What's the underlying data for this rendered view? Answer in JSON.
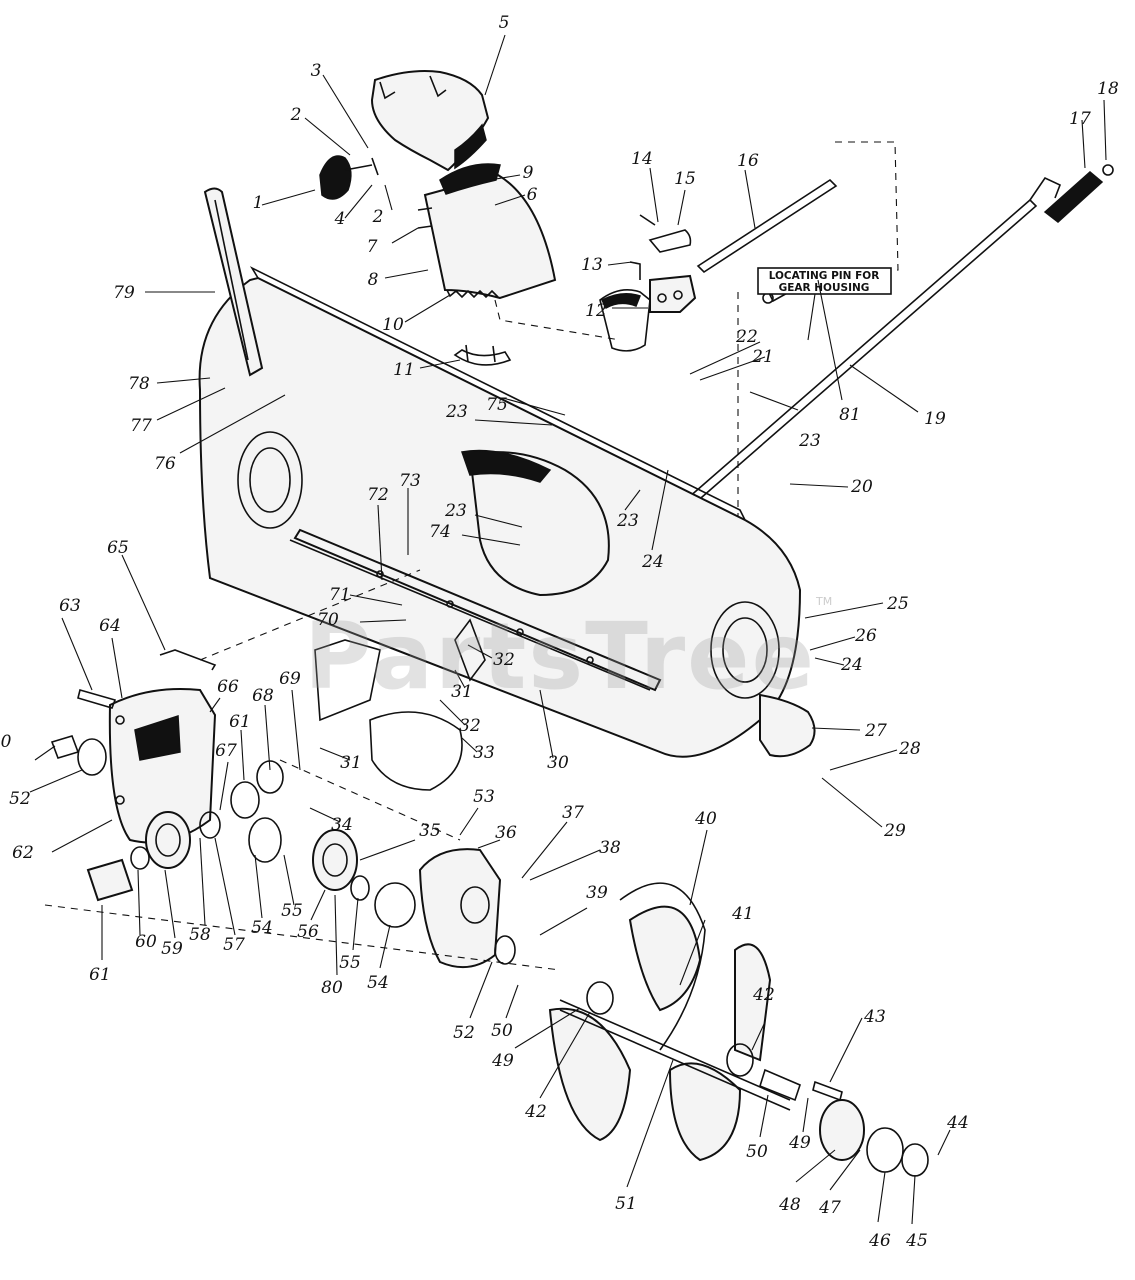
{
  "note": {
    "line1": "LOCATING PIN FOR",
    "line2": "GEAR HOUSING"
  },
  "watermark": {
    "text": "PartsTree",
    "tm": "TM"
  },
  "callouts": [
    {
      "label": "1"
    },
    {
      "label": "2"
    },
    {
      "label": "3"
    },
    {
      "label": "4"
    },
    {
      "label": "2"
    },
    {
      "label": "5"
    },
    {
      "label": "9"
    },
    {
      "label": "6"
    },
    {
      "label": "7"
    },
    {
      "label": "8"
    },
    {
      "label": "10"
    },
    {
      "label": "11"
    },
    {
      "label": "14"
    },
    {
      "label": "15"
    },
    {
      "label": "16"
    },
    {
      "label": "13"
    },
    {
      "label": "12"
    },
    {
      "label": "17"
    },
    {
      "label": "18"
    },
    {
      "label": "79"
    },
    {
      "label": "78"
    },
    {
      "label": "77"
    },
    {
      "label": "76"
    },
    {
      "label": "75"
    },
    {
      "label": "23"
    },
    {
      "label": "22"
    },
    {
      "label": "21"
    },
    {
      "label": "23"
    },
    {
      "label": "81"
    },
    {
      "label": "19"
    },
    {
      "label": "20"
    },
    {
      "label": "23"
    },
    {
      "label": "24"
    },
    {
      "label": "23"
    },
    {
      "label": "74"
    },
    {
      "label": "73"
    },
    {
      "label": "72"
    },
    {
      "label": "65"
    },
    {
      "label": "71"
    },
    {
      "label": "70"
    },
    {
      "label": "25"
    },
    {
      "label": "26"
    },
    {
      "label": "24"
    },
    {
      "label": "32"
    },
    {
      "label": "31"
    },
    {
      "label": "32"
    },
    {
      "label": "33"
    },
    {
      "label": "30"
    },
    {
      "label": "27"
    },
    {
      "label": "28"
    },
    {
      "label": "29"
    },
    {
      "label": "63"
    },
    {
      "label": "64"
    },
    {
      "label": "66"
    },
    {
      "label": "69"
    },
    {
      "label": "68"
    },
    {
      "label": "61"
    },
    {
      "label": "67"
    },
    {
      "label": "0"
    },
    {
      "label": "52"
    },
    {
      "label": "31"
    },
    {
      "label": "34"
    },
    {
      "label": "35"
    },
    {
      "label": "53"
    },
    {
      "label": "36"
    },
    {
      "label": "37"
    },
    {
      "label": "38"
    },
    {
      "label": "62"
    },
    {
      "label": "39"
    },
    {
      "label": "40"
    },
    {
      "label": "41"
    },
    {
      "label": "60"
    },
    {
      "label": "59"
    },
    {
      "label": "58"
    },
    {
      "label": "57"
    },
    {
      "label": "54"
    },
    {
      "label": "55"
    },
    {
      "label": "56"
    },
    {
      "label": "61"
    },
    {
      "label": "80"
    },
    {
      "label": "55"
    },
    {
      "label": "54"
    },
    {
      "label": "52"
    },
    {
      "label": "50"
    },
    {
      "label": "49"
    },
    {
      "label": "42"
    },
    {
      "label": "42"
    },
    {
      "label": "43"
    },
    {
      "label": "50"
    },
    {
      "label": "49"
    },
    {
      "label": "51"
    },
    {
      "label": "48"
    },
    {
      "label": "47"
    },
    {
      "label": "46"
    },
    {
      "label": "45"
    },
    {
      "label": "44"
    }
  ]
}
